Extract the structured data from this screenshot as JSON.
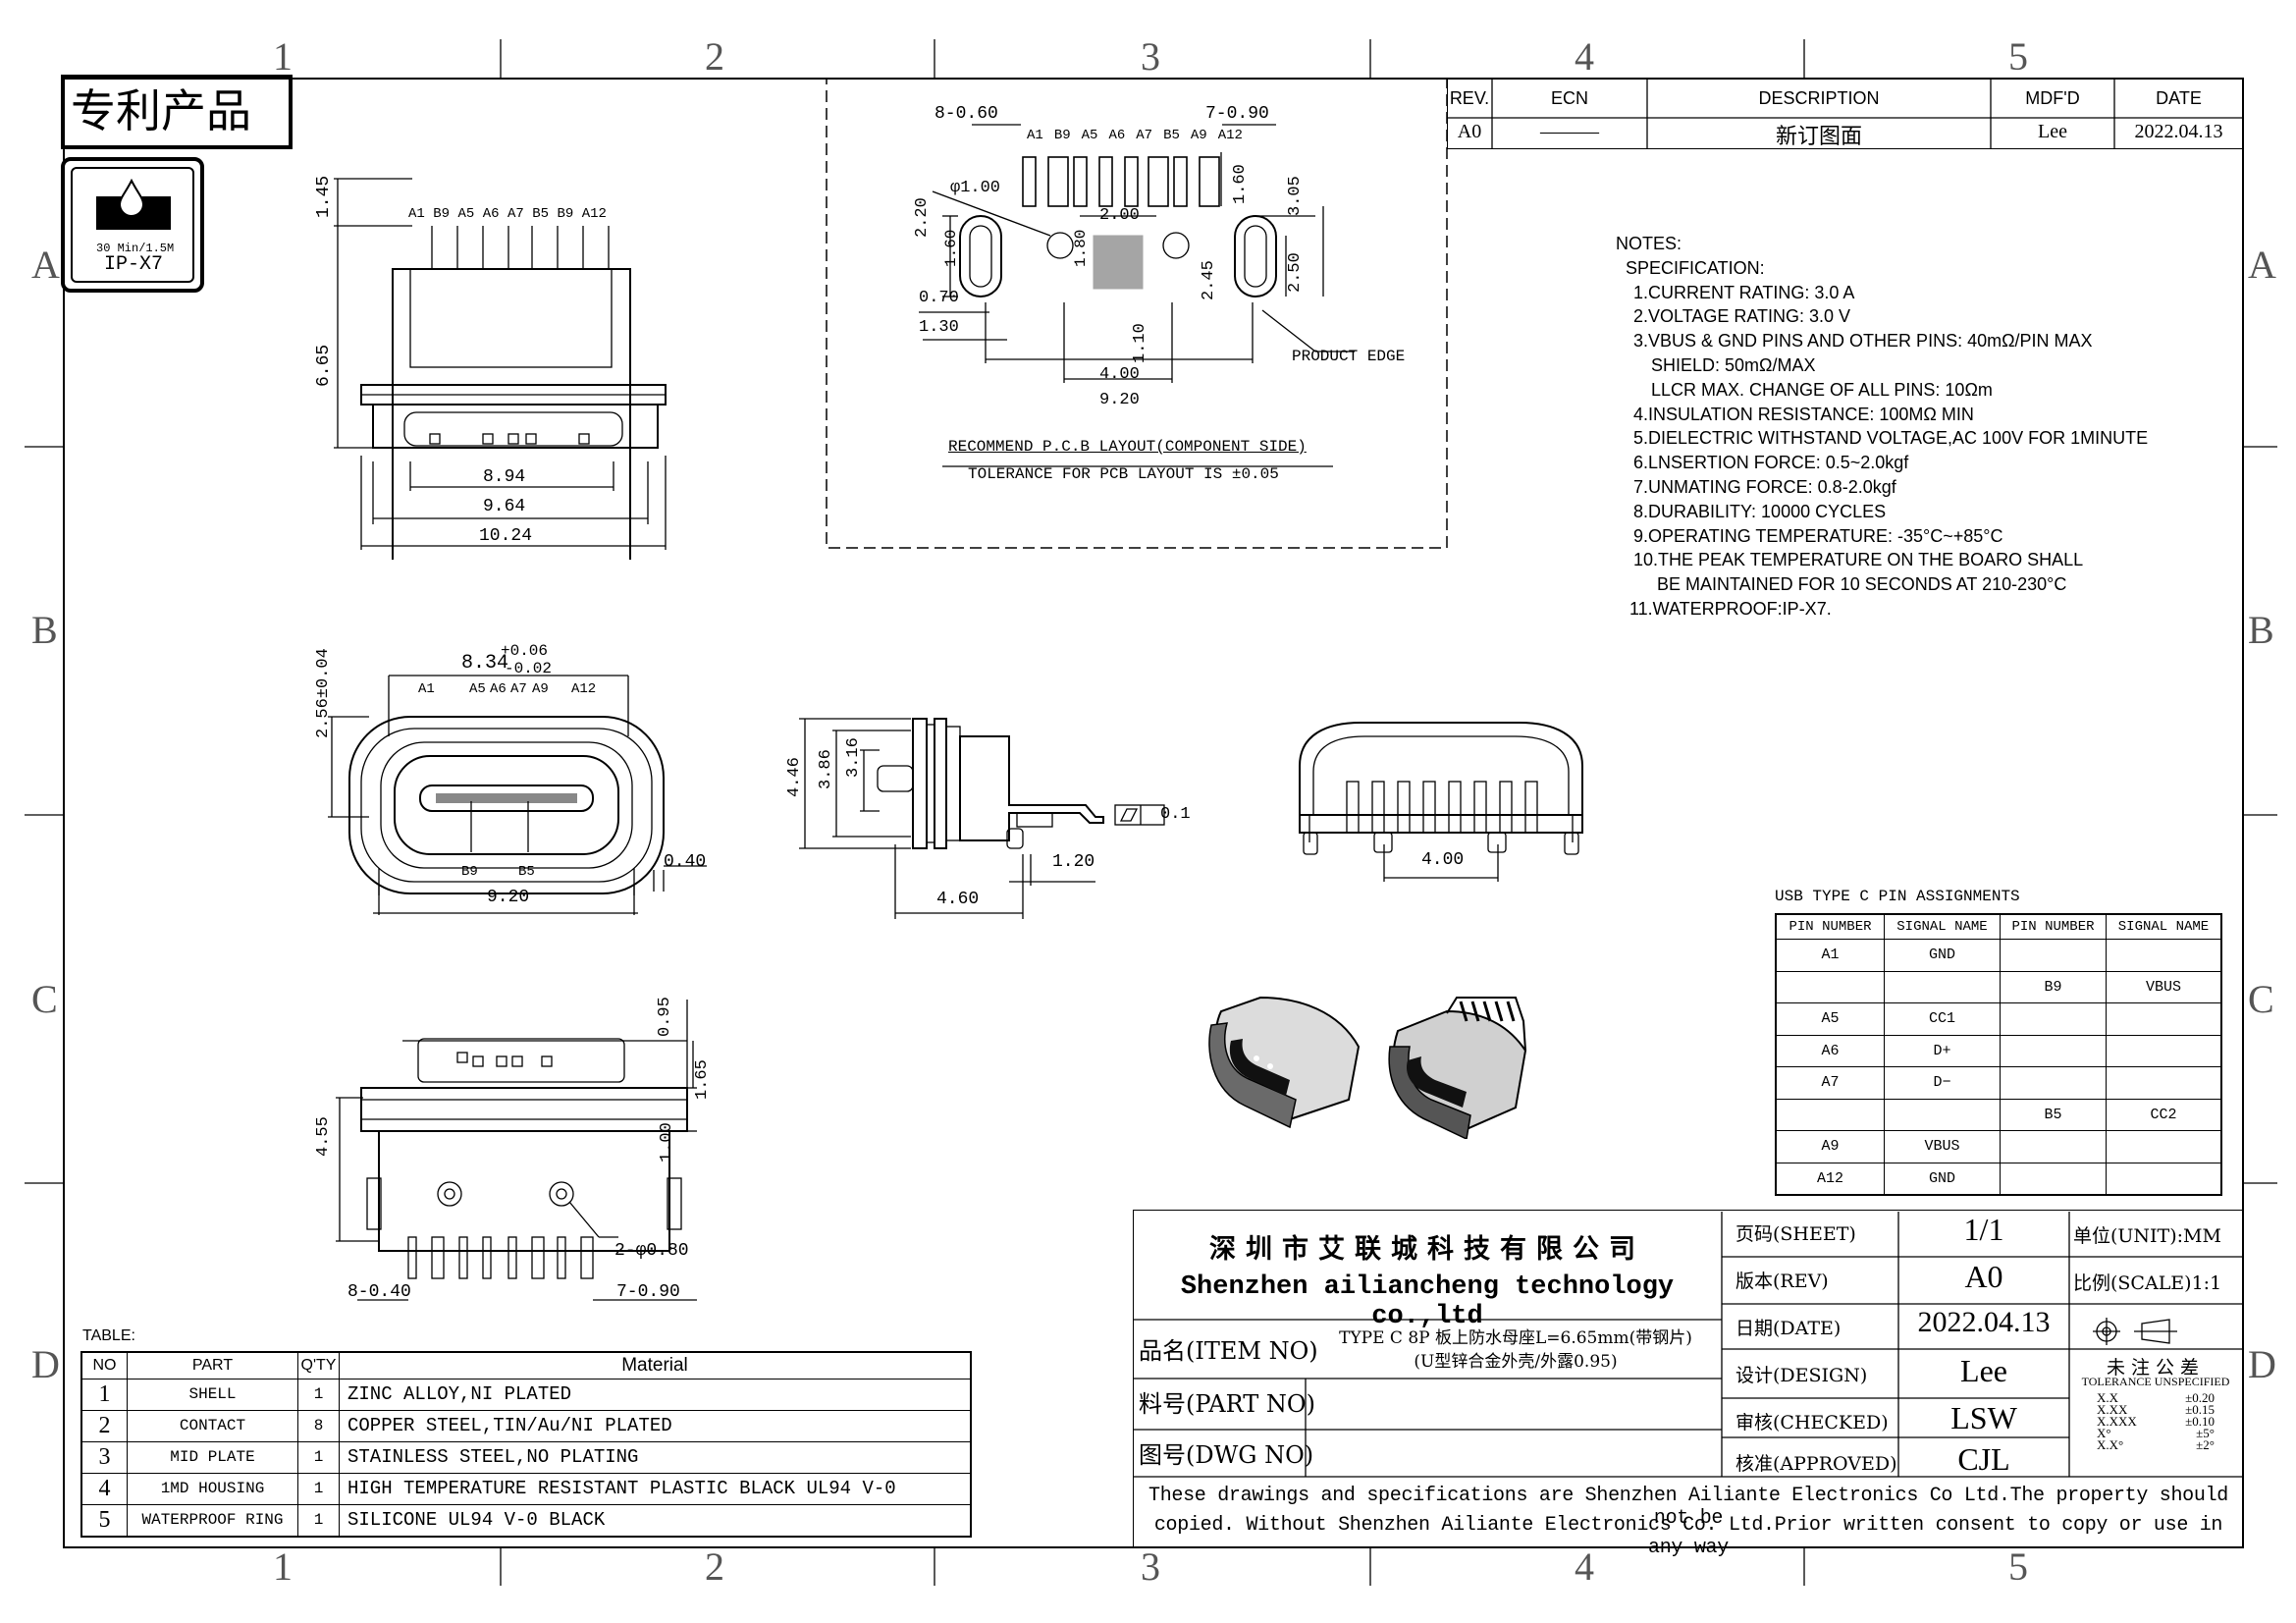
{
  "frame": {
    "col_labels": [
      "1",
      "2",
      "3",
      "4",
      "5"
    ],
    "row_labels": [
      "A",
      "B",
      "C",
      "D"
    ]
  },
  "badge": {
    "patent": "专利产品",
    "ip_small": "30 Min/1.5M",
    "ip_text": "IP-X7"
  },
  "revision": {
    "headers": [
      "REV.",
      "ECN",
      "DESCRIPTION",
      "MDF'D",
      "DATE"
    ],
    "row": [
      "A0",
      "———",
      "新订图面",
      "Lee",
      "2022.04.13"
    ]
  },
  "notes": {
    "title": "NOTES:",
    "lines": [
      "SPECIFICATION:",
      "1.CURRENT RATING: 3.0 A",
      "2.VOLTAGE RATING: 3.0 V",
      "3.VBUS & GND PINS AND OTHER PINS: 40mΩ/PIN MAX",
      "SHIELD: 50mΩ/MAX",
      "LLCR MAX. CHANGE OF ALL PINS: 10Ωm",
      "4.INSULATION RESISTANCE:  100MΩ MIN",
      "5.DIELECTRIC WITHSTAND VOLTAGE,AC 100V FOR 1MINUTE",
      "6.LNSERTION FORCE: 0.5~2.0kgf",
      "7.UNMATING FORCE: 0.8-2.0kgf",
      "8.DURABILITY: 10000 CYCLES",
      "9.OPERATING TEMPERATURE: -35°C~+85°C",
      "10.THE PEAK TEMPERATURE ON THE BOARO SHALL",
      "BE MAINTAINED FOR 10 SECONDS AT 210-230°C",
      "11.WATERPROOF:IP-X7."
    ]
  },
  "pcb": {
    "pin_labels": [
      "A1",
      "B9",
      "A5",
      "A6",
      "A7",
      "B5",
      "A9",
      "A12"
    ],
    "dims": [
      "8-0.60",
      "7-0.90",
      "φ1.00",
      "2.00",
      "2.20",
      "1.60",
      "1.80",
      "0.70",
      "1.30",
      "1.10",
      "2.45",
      "2.50",
      "3.05",
      "1.60",
      "4.00",
      "9.20"
    ],
    "product_edge": "PRODUCT EDGE",
    "caption": "RECOMMEND P.C.B LAYOUT(COMPONENT SIDE)",
    "tolerance": "TOLERANCE FOR PCB LAYOUT IS ±0.05"
  },
  "top_view": {
    "pin_labels": [
      "A1",
      "B9",
      "A5",
      "A6",
      "A7",
      "B5",
      "B9",
      "A12"
    ],
    "dims": [
      "1.45",
      "6.65",
      "8.94",
      "9.64",
      "10.24"
    ]
  },
  "front_view": {
    "top_labels": [
      "A1",
      "A5",
      "A6",
      "A7",
      "A9",
      "A12"
    ],
    "bottom_labels": [
      "B9",
      "B5"
    ],
    "dims": [
      "8.34",
      "+0.06",
      "-0.02",
      "2.56±0.04",
      "0.40",
      "9.20"
    ]
  },
  "side_view": {
    "dims": [
      "4.46",
      "3.86",
      "3.16",
      "0.1",
      "1.20",
      "4.60"
    ]
  },
  "rear_view": {
    "dims": [
      "4.00"
    ]
  },
  "bottom_view": {
    "dims": [
      "0.95",
      "1.65",
      "4.55",
      "1.00",
      "2-φ0.80",
      "8-0.40",
      "7-0.90"
    ]
  },
  "pin_table": {
    "title": "USB TYPE C PIN ASSIGNMENTS",
    "headers": [
      "PIN NUMBER",
      "SIGNAL NAME",
      "PIN NUMBER",
      "SIGNAL NAME"
    ],
    "rows": [
      [
        "A1",
        "GND",
        "",
        ""
      ],
      [
        "",
        "",
        "B9",
        "VBUS"
      ],
      [
        "A5",
        "CC1",
        "",
        ""
      ],
      [
        "A6",
        "D+",
        "",
        ""
      ],
      [
        "A7",
        "D−",
        "",
        ""
      ],
      [
        "",
        "",
        "B5",
        "CC2"
      ],
      [
        "A9",
        "VBUS",
        "",
        ""
      ],
      [
        "A12",
        "GND",
        "",
        ""
      ]
    ]
  },
  "parts_table": {
    "title": "TABLE:",
    "headers": [
      "NO",
      "PART",
      "Q'TY",
      "Material"
    ],
    "rows": [
      [
        "1",
        "SHELL",
        "1",
        "ZINC ALLOY,NI PLATED"
      ],
      [
        "2",
        "CONTACT",
        "8",
        "COPPER STEEL,TIN/Au/NI PLATED"
      ],
      [
        "3",
        "MID PLATE",
        "1",
        "STAINLESS STEEL,NO PLATING"
      ],
      [
        "4",
        "1MD HOUSING",
        "1",
        "HIGH TEMPERATURE RESISTANT PLASTIC BLACK UL94 V-0"
      ],
      [
        "5",
        "WATERPROOF RING",
        "1",
        "SILICONE UL94 V-0 BLACK"
      ]
    ]
  },
  "title_block": {
    "company_cn": "深圳市艾联城科技有限公司",
    "company_en": "Shenzhen ailiancheng technology co.,ltd",
    "item_label": "品名(ITEM NO)",
    "item_value_1": "TYPE C 8P 板上防水母座L=6.65mm(带钢片)",
    "item_value_2": "(U型锌合金外壳/外露0.95)",
    "part_label": "料号(PART NO)",
    "dwg_label": "图号(DWG NO)",
    "sheet_label": "页码(SHEET)",
    "sheet_value": "1/1",
    "rev_label": "版本(REV)",
    "rev_value": "A0",
    "date_label": "日期(DATE)",
    "date_value": "2022.04.13",
    "design_label": "设计(DESIGN)",
    "design_value": "Lee",
    "checked_label": "审核(CHECKED)",
    "checked_value": "LSW",
    "approved_label": "核准(APPROVED)",
    "approved_value": "CJL",
    "unit": "单位(UNIT):MM",
    "scale": "比例(SCALE)1:1",
    "tol_title": "未注公差",
    "tol_sub": "TOLERANCE UNSPECIFIED",
    "tol_rows": [
      [
        "X.X",
        "±0.20"
      ],
      [
        "X.XX",
        "±0.15"
      ],
      [
        "X.XXX",
        "±0.10"
      ],
      [
        "X°",
        "±5°"
      ],
      [
        "X.X°",
        "±2°"
      ]
    ],
    "disclaimer_1": "These drawings and specifications are Shenzhen Ailiante Electronics Co Ltd.The property should not be",
    "disclaimer_2": "copied. Without Shenzhen Ailiante Electronics Co. Ltd.Prior written consent to copy or use in any way"
  }
}
